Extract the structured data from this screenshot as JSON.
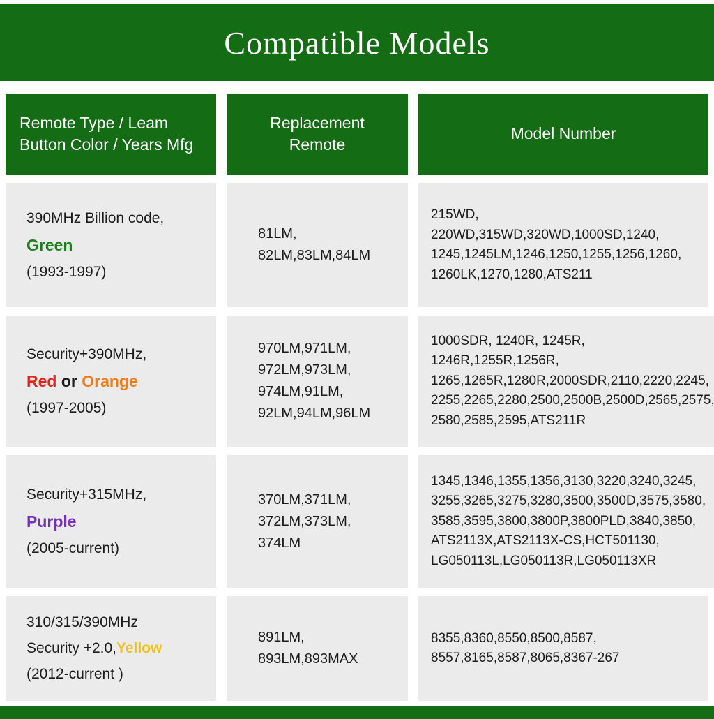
{
  "banner": {
    "title": "Compatible Models"
  },
  "colors": {
    "green": "#146c14",
    "row-bg": "#ebebeb",
    "text": "#1c1c1c",
    "accent-green": "#1e7d1e",
    "accent-red": "#e3241b",
    "accent-orange": "#ef7c1a",
    "accent-purple": "#7331b8",
    "accent-yellow": "#f0c11b"
  },
  "header": {
    "col1": "Remote Type / Leam\nButton Color / Years Mfg",
    "col2": "Replacement\nRemote",
    "col3": "Model Number"
  },
  "rows": [
    {
      "type_line1": "390MHz Billion code,",
      "color_label": "Green",
      "years": "(1993-1997)",
      "replacement": "81LM,\n82LM,83LM,84LM",
      "models": "215WD, 220WD,315WD,320WD,1000SD,1240,\n1245,1245LM,1246,1250,1255,1256,1260,\n1260LK,1270,1280,ATS211"
    },
    {
      "type_line1": "Security+390MHz,",
      "color_label1": "Red",
      "color_join": " or ",
      "color_label2": "Orange",
      "years": "(1997-2005)",
      "replacement": "970LM,971LM,\n972LM,973LM,\n974LM,91LM,\n92LM,94LM,96LM",
      "models": "1000SDR, 1240R, 1245R, 1246R,1255R,1256R,\n1265,1265R,1280R,2000SDR,2110,2220,2245,\n2255,2265,2280,2500,2500B,2500D,2565,2575,\n2580,2585,2595,ATS211R"
    },
    {
      "type_line1": "Security+315MHz,",
      "color_label": "Purple",
      "years": "(2005-current)",
      "replacement": "370LM,371LM,\n372LM,373LM,\n374LM",
      "models": "1345,1346,1355,1356,3130,3220,3240,3245,\n3255,3265,3275,3280,3500,3500D,3575,3580,\n3585,3595,3800,3800P,3800PLD,3840,3850,\nATS2113X,ATS2113X-CS,HCT501130,\nLG050113L,LG050113R,LG050113XR"
    },
    {
      "type_line1": "310/315/390MHz",
      "type_line2_prefix": "Security +2.0,",
      "color_label": "Yellow",
      "years": "(2012-current )",
      "replacement": "891LM,\n893LM,893MAX",
      "models": "8355,8360,8550,8500,8587,\n8557,8165,8587,8065,8367-267"
    }
  ]
}
